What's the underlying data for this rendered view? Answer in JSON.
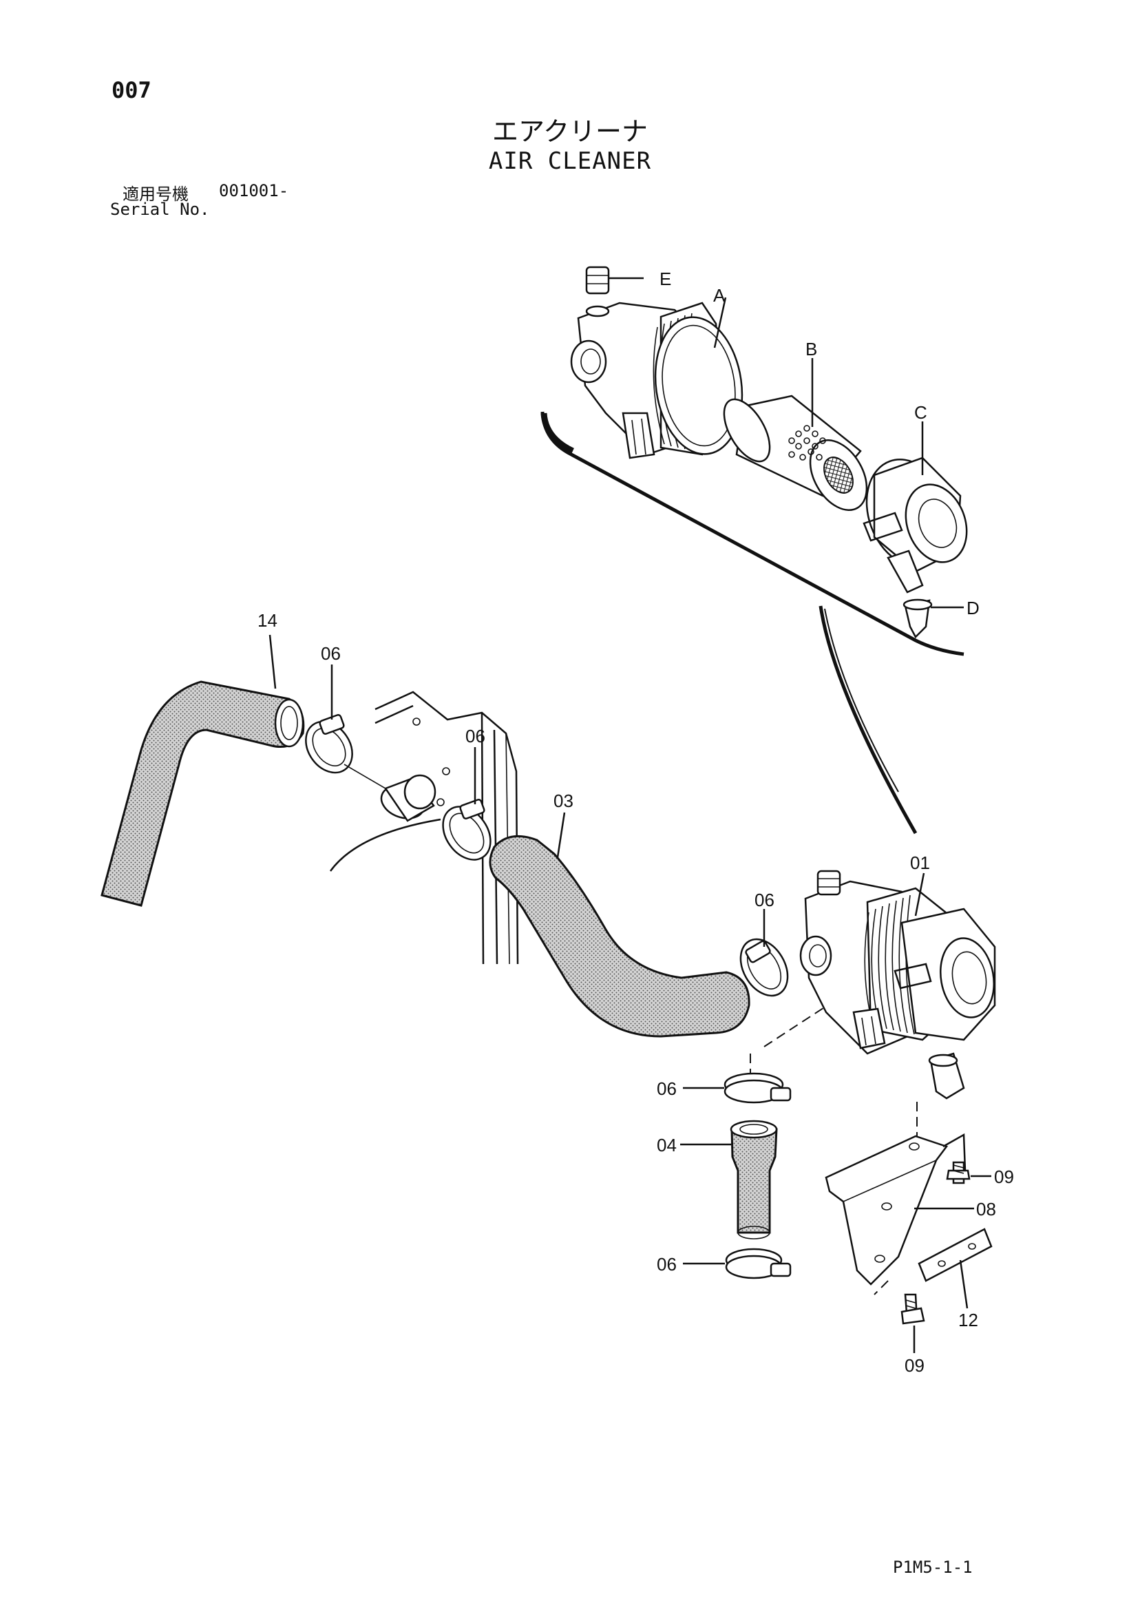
{
  "page_number": "007",
  "title_jp": "エアクリーナ",
  "title_en": "AIR CLEANER",
  "serial_label_jp": "適用号機",
  "serial_value": "001001-",
  "serial_label_en": "Serial No.",
  "figure_code": "P1M5-1-1",
  "callouts": {
    "e": "E",
    "a": "A",
    "b": "B",
    "c": "C",
    "d": "D",
    "p14": "14",
    "p06_top": "06",
    "p06_mid": "06",
    "p03": "03",
    "p01": "01",
    "p06_right": "06",
    "p06_lower": "06",
    "p04": "04",
    "p06_bottom": "06",
    "p09_top": "09",
    "p08": "08",
    "p12": "12",
    "p09_bottom": "09"
  }
}
